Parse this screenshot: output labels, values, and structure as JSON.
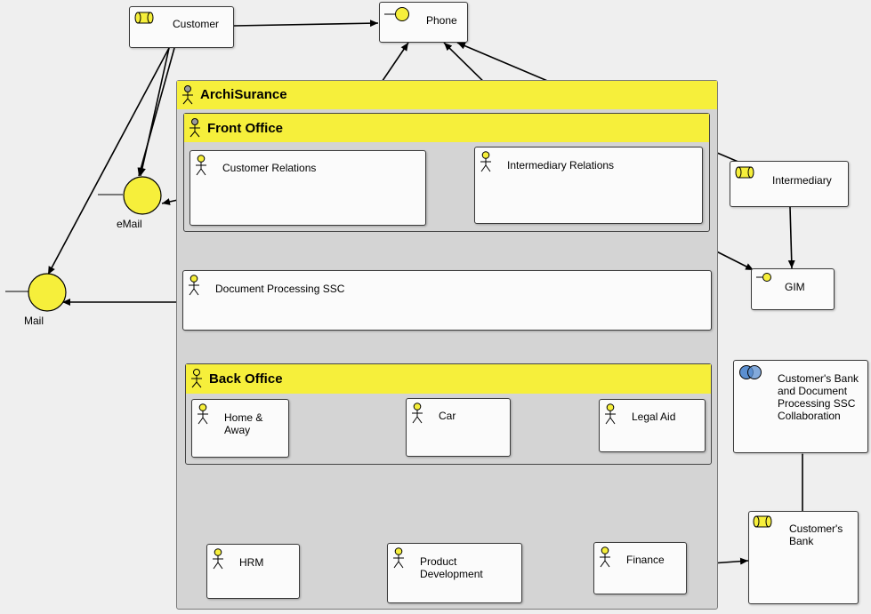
{
  "diagram": {
    "nodes": {
      "customer": "Customer",
      "phone": "Phone",
      "archisurance": "ArchiSurance",
      "front_office": "Front Office",
      "customer_relations": "Customer Relations",
      "intermediary_relations": "Intermediary Relations",
      "intermediary": "Intermediary",
      "email": "eMail",
      "mail": "Mail",
      "document_processing": "Document Processing SSC",
      "gim": "GIM",
      "back_office": "Back Office",
      "home_away": "Home &\nAway",
      "car": "Car",
      "legal_aid": "Legal Aid",
      "collaboration": "Customer's Bank\nand Document\nProcessing SSC\nCollaboration",
      "hrm": "HRM",
      "product_development": "Product\nDevelopment",
      "finance": "Finance",
      "customers_bank": "Customer's\nBank"
    },
    "colors": {
      "element_fill": "#f6ef3b",
      "container_fill": "#d4d4d4",
      "box_fill": "#fbfbfb",
      "collaboration_fill": "#5b8fd0",
      "line": "#000000"
    },
    "icons": {
      "role": "role-icon",
      "actor": "actor-icon",
      "interface": "interface-icon",
      "collaboration": "collaboration-icon"
    }
  }
}
